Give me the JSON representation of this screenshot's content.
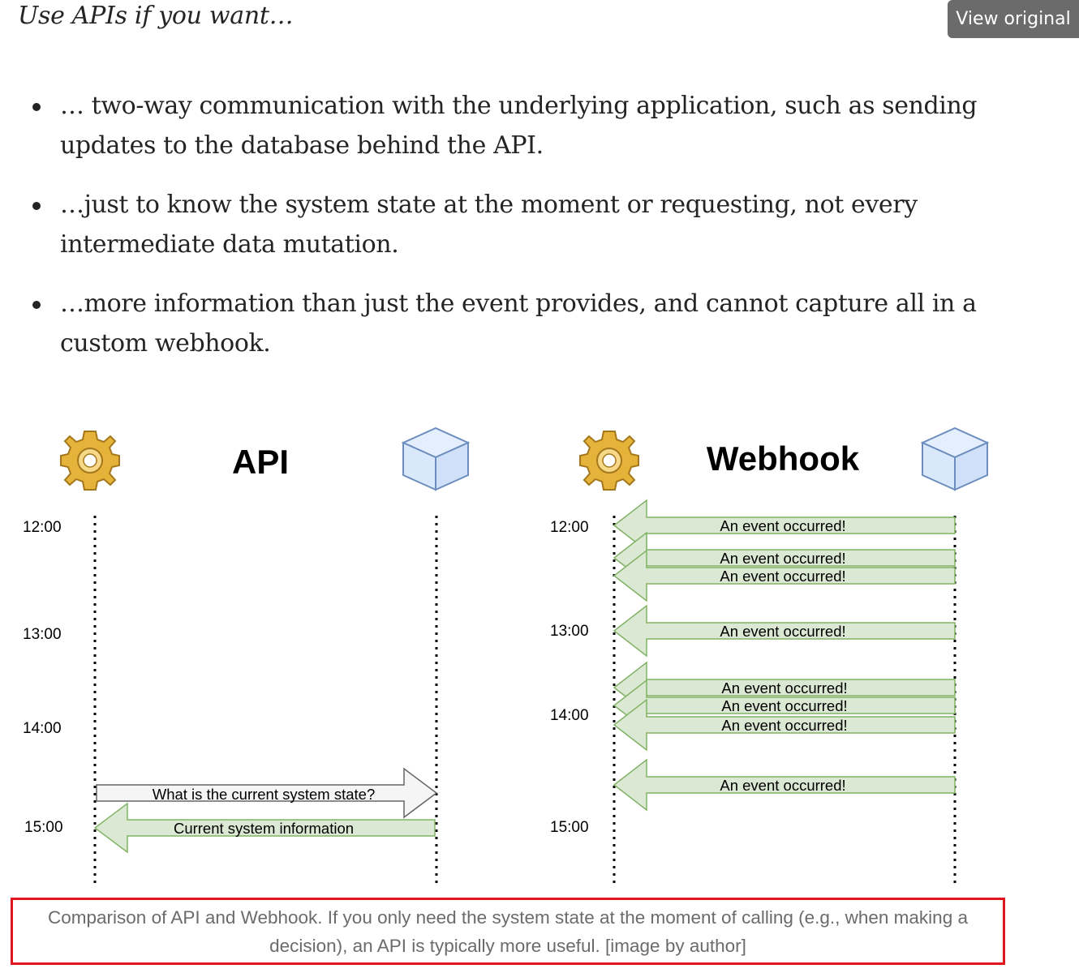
{
  "heading": "Use APIs if you want…",
  "view_original_label": "View original",
  "bullets": [
    "… two-way communication with the underlying application, such as sending updates to the database behind the API.",
    "…just to know the system state at the moment or requesting, not every intermediate data mutation.",
    "…more information than just the event provides, and cannot capture all in a custom webhook."
  ],
  "figure": {
    "api_title": "API",
    "webhook_title": "Webhook",
    "api_times": [
      "12:00",
      "13:00",
      "14:00",
      "15:00"
    ],
    "webhook_times": [
      "12:00",
      "13:00",
      "14:00",
      "15:00"
    ],
    "api_request_label": "What is the current system state?",
    "api_response_label": "Current system information",
    "event_label": "An event occurred!",
    "event_count": 8,
    "icons": [
      "gear-icon",
      "cube-icon"
    ],
    "colors": {
      "arrow_fill": "#dbe8d3",
      "arrow_stroke": "#82b366",
      "cube_fill": "#dae8fc",
      "cube_stroke": "#6c8ebf",
      "request_fill": "#f5f5f5"
    }
  },
  "caption": "Comparison of API and Webhook. If you only need the system state at the moment of calling (e.g., when making a decision), an API is typically more useful. [image by author]"
}
